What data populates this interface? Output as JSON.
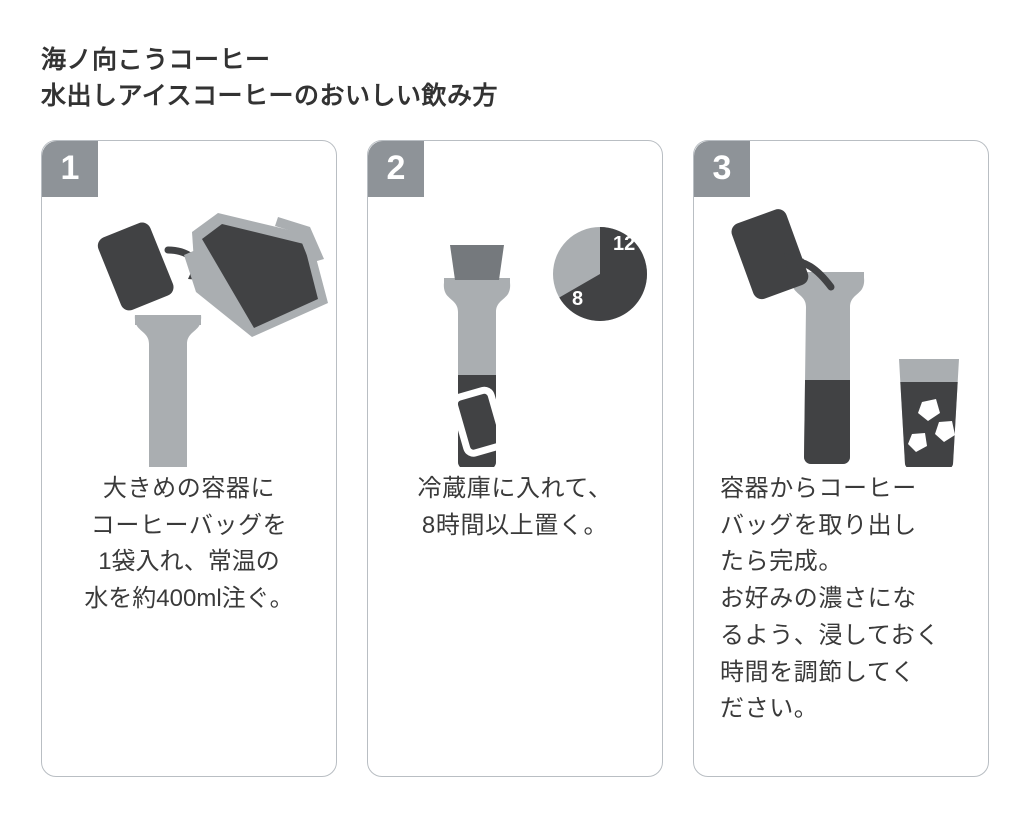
{
  "heading": {
    "line1": "海ノ向こうコーヒー",
    "line2": "水出しアイスコーヒーのおいしい飲み方"
  },
  "colors": {
    "light_gray": "#aaaeb1",
    "mid_gray": "#8e9398",
    "dark": "#414244",
    "border": "#b9bec3",
    "text": "#3a3a3a",
    "white": "#ffffff"
  },
  "cards": [
    {
      "number": "1",
      "illustration": "coffee-bag-into-jar-with-pitcher",
      "caption_lines": [
        "大きめの容器に",
        "コーヒーバッグを",
        "1袋入れ、常温の",
        "水を約400ml注ぐ。"
      ]
    },
    {
      "number": "2",
      "illustration": "jar-in-fridge-with-clock",
      "clock": {
        "top_label": "12",
        "elapsed_label": "8"
      },
      "caption_lines": [
        "冷蔵庫に入れて、",
        "8時間以上置く。"
      ]
    },
    {
      "number": "3",
      "illustration": "remove-bag-and-serve-over-ice",
      "caption_lines": [
        "容器からコーヒー",
        "バッグを取り出し",
        "たら完成。",
        "お好みの濃さにな",
        "るよう、浸しておく",
        "時間を調節してく",
        "ださい。"
      ]
    }
  ]
}
